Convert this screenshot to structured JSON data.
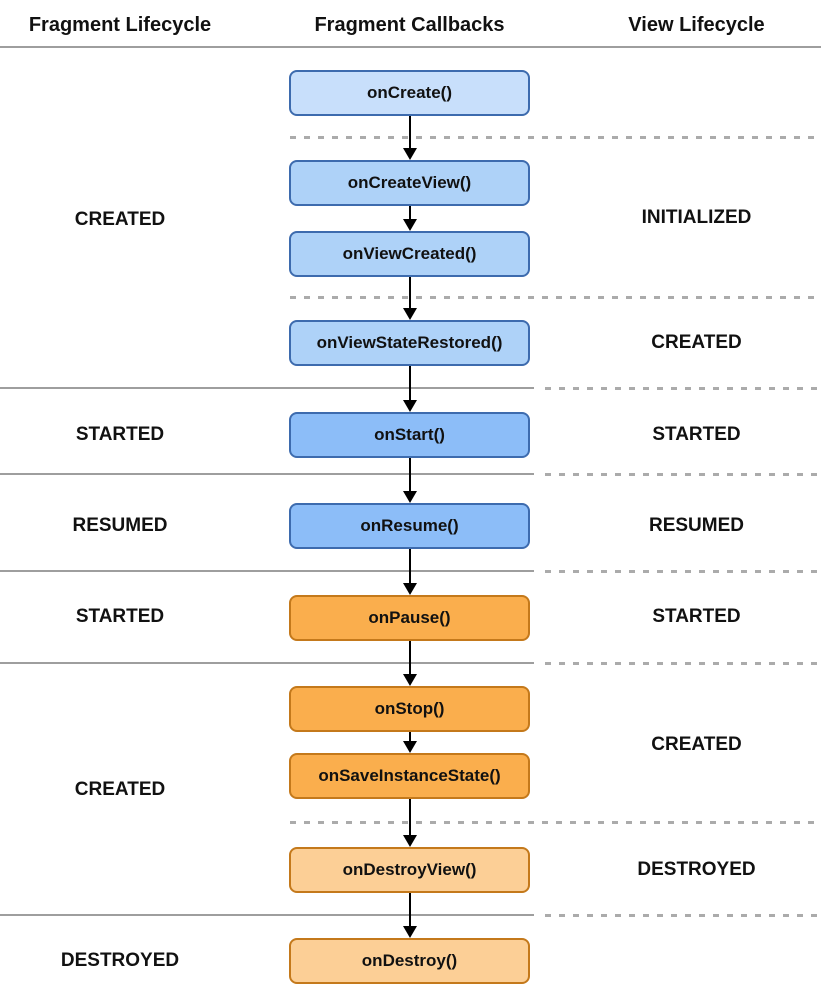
{
  "header": {
    "fragment_lifecycle": "Fragment Lifecycle",
    "fragment_callbacks": "Fragment Callbacks",
    "view_lifecycle": "View Lifecycle"
  },
  "callbacks": [
    {
      "label": "onCreate()",
      "fill": "#c8dffb",
      "border": "#3d6bae"
    },
    {
      "label": "onCreateView()",
      "fill": "#aed2f8",
      "border": "#3d6bae"
    },
    {
      "label": "onViewCreated()",
      "fill": "#aed2f8",
      "border": "#3d6bae"
    },
    {
      "label": "onViewStateRestored()",
      "fill": "#aed2f8",
      "border": "#3d6bae"
    },
    {
      "label": "onStart()",
      "fill": "#8cbdf8",
      "border": "#3d6bae"
    },
    {
      "label": "onResume()",
      "fill": "#8cbdf8",
      "border": "#3d6bae"
    },
    {
      "label": "onPause()",
      "fill": "#faae4d",
      "border": "#c4791b"
    },
    {
      "label": "onStop()",
      "fill": "#faae4d",
      "border": "#c4791b"
    },
    {
      "label": "onSaveInstanceState()",
      "fill": "#faae4d",
      "border": "#c4791b"
    },
    {
      "label": "onDestroyView()",
      "fill": "#fccf96",
      "border": "#c4791b"
    },
    {
      "label": "onDestroy()",
      "fill": "#fccf96",
      "border": "#c4791b"
    }
  ],
  "fragment_states": [
    {
      "label": "CREATED"
    },
    {
      "label": "STARTED"
    },
    {
      "label": "RESUMED"
    },
    {
      "label": "STARTED"
    },
    {
      "label": "CREATED"
    },
    {
      "label": "DESTROYED"
    }
  ],
  "view_states": [
    {
      "label": "INITIALIZED"
    },
    {
      "label": "CREATED"
    },
    {
      "label": "STARTED"
    },
    {
      "label": "RESUMED"
    },
    {
      "label": "STARTED"
    },
    {
      "label": "CREATED"
    },
    {
      "label": "DESTROYED"
    }
  ],
  "line_colors": {
    "solid_separator": "#9e9e9e",
    "dashed_separator": "#ababab",
    "arrow": "#000000"
  }
}
